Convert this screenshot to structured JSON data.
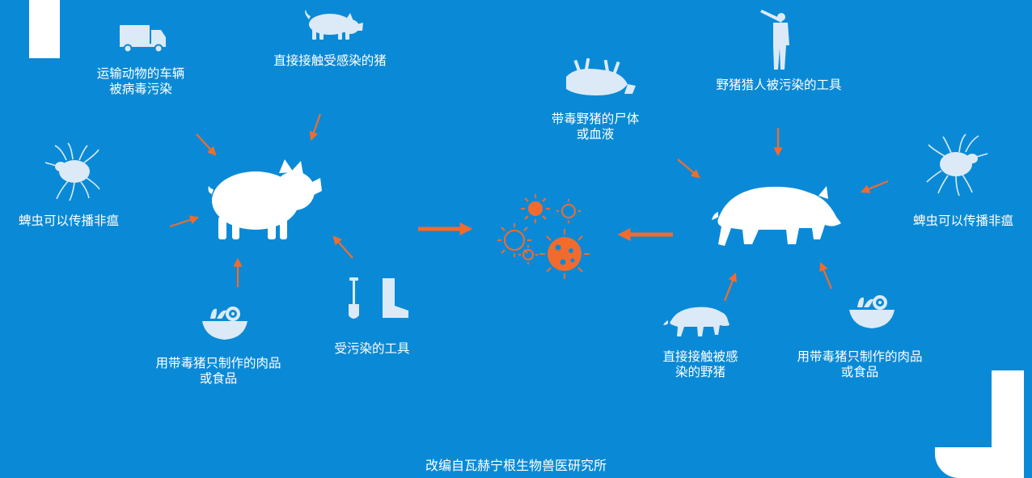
{
  "colors": {
    "background": "#0a8ad6",
    "arrow": "#f26b2d",
    "icon": "#ffffff",
    "icon_soft": "#dbeaf6",
    "virus": "#f26b2d"
  },
  "domestic": {
    "vehicle": {
      "icon": "truck-icon",
      "line1": "运输动物的车辆",
      "line2": "被病毒污染"
    },
    "direct_pig": {
      "icon": "pig-icon",
      "label": "直接接触受感染的猪"
    },
    "ticks": {
      "icon": "tick-icon",
      "label": "蜱虫可以传播非瘟"
    },
    "food": {
      "icon": "food-bowl-icon",
      "line1": "用带毒猪只制作的肉品",
      "line2": "或食品"
    },
    "tools": {
      "icon": "shovel-boot-icon",
      "label": "受污染的工具"
    }
  },
  "wild": {
    "carcass": {
      "icon": "dead-boar-icon",
      "line1": "带毒野猪的尸体",
      "line2": "或血液"
    },
    "hunter": {
      "icon": "hunter-icon",
      "label": "野猪猎人被污染的工具"
    },
    "ticks": {
      "icon": "tick-icon",
      "label": "蜱虫可以传播非瘟"
    },
    "direct_boar": {
      "icon": "wild-boar-icon",
      "line1": "直接接触被感",
      "line2": "染的野猪"
    },
    "food": {
      "icon": "food-bowl-icon",
      "line1": "用带毒猪只制作的肉品",
      "line2": "或食品"
    }
  },
  "center": {
    "icon": "virus-icon"
  },
  "source": "改编自瓦赫宁根生物兽医研究所"
}
